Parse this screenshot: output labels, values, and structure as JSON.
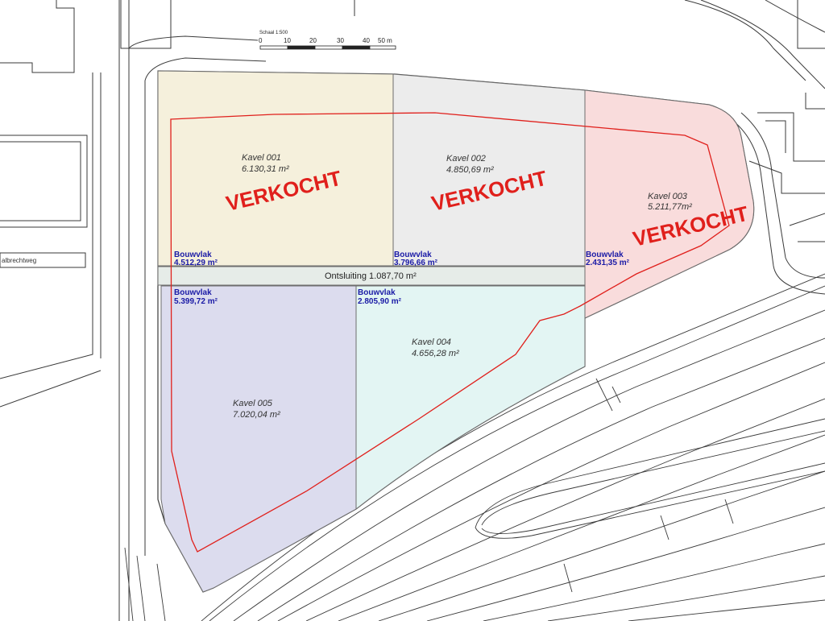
{
  "scale_bar": {
    "title": "Schaal 1:500",
    "ticks": [
      "0",
      "10",
      "20",
      "30",
      "40",
      "50 m"
    ]
  },
  "street": {
    "label": "albrechtweg"
  },
  "road": {
    "label": "Ontsluiting 1.087,70 m²"
  },
  "plots": [
    {
      "name": "Kavel 001",
      "area": "6.130,31 m²",
      "bouwvlak_label": "Bouwvlak",
      "bouwvlak_area": "4.512,29 m²",
      "status": "VERKOCHT",
      "color": "#f5f0dc"
    },
    {
      "name": "Kavel 002",
      "area": "4.850,69 m²",
      "bouwvlak_label": "Bouwvlak",
      "bouwvlak_area": "3.796,66 m²",
      "status": "VERKOCHT",
      "color": "#ececec"
    },
    {
      "name": "Kavel 003",
      "area": "5.211,77m²",
      "bouwvlak_label": "Bouwvlak",
      "bouwvlak_area": "2.431,35 m²",
      "status": "VERKOCHT",
      "color": "#f9dcdc"
    },
    {
      "name": "Kavel 004",
      "area": "4.656,28 m²",
      "bouwvlak_label": "Bouwvlak",
      "bouwvlak_area": "2.805,90 m²",
      "status": "",
      "color": "#e3f5f3"
    },
    {
      "name": "Kavel 005",
      "area": "7.020,04 m²",
      "bouwvlak_label": "Bouwvlak",
      "bouwvlak_area": "5.399,72 m²",
      "status": "",
      "color": "#dcdcee"
    }
  ],
  "colors": {
    "boundary": "#e0201c",
    "line": "#3a3a3a",
    "bouwvlak_text": "#1a1aa6"
  }
}
